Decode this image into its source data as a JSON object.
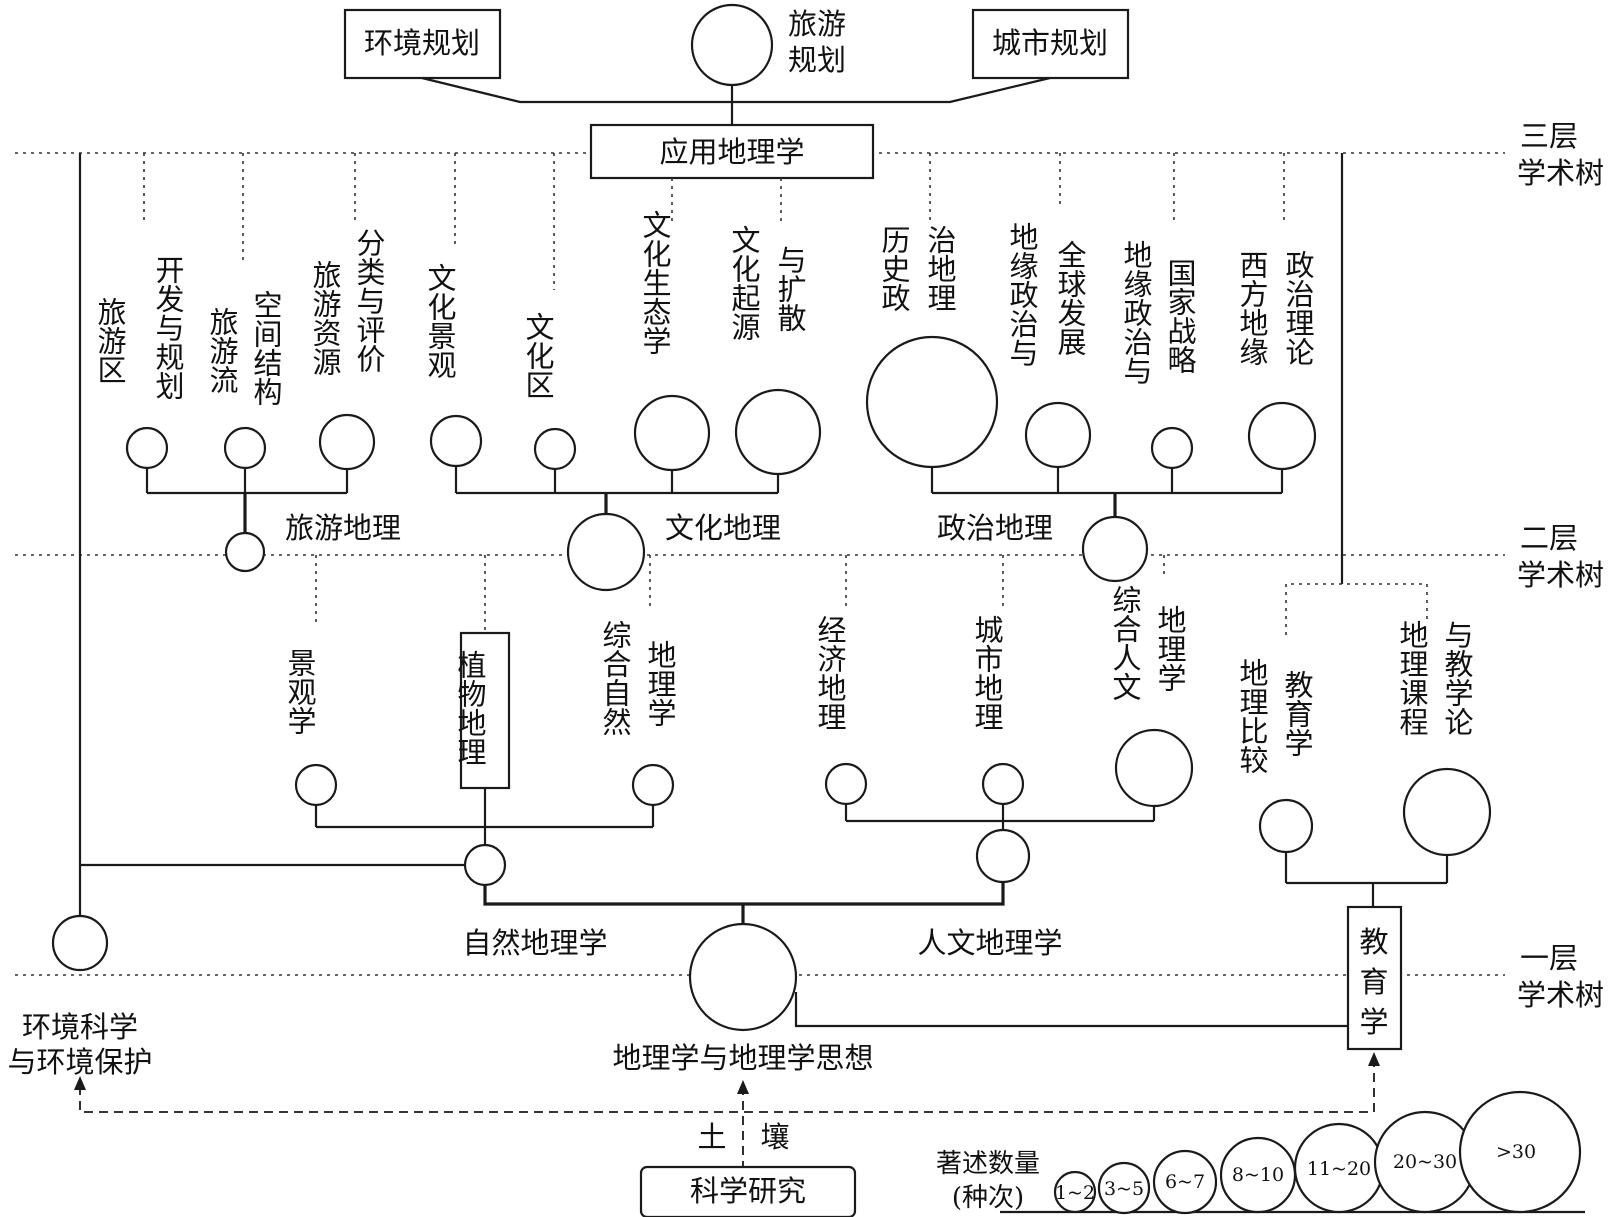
{
  "levels": {
    "tier3": [
      "三层",
      "学术树"
    ],
    "tier2": [
      "二层",
      "学术树"
    ],
    "tier1": [
      "一层",
      "学术树"
    ]
  },
  "top": {
    "env_planning": "环境规划",
    "urban_planning": "城市规划",
    "tourism_planning": [
      "旅游",
      "规划"
    ],
    "applied_geography": "应用地理学"
  },
  "tourism_geography": {
    "label": "旅游地理",
    "subs": [
      [
        "旅游区",
        "开发与规划"
      ],
      [
        "旅游流",
        "空间结构"
      ],
      [
        "旅游资源",
        "分类与评价"
      ]
    ]
  },
  "cultural_geography": {
    "label": "文化地理",
    "subs": [
      [
        "文化景观"
      ],
      [
        "文化区"
      ],
      [
        "文化生态学"
      ],
      [
        "文化起源",
        "与扩散"
      ]
    ]
  },
  "political_geography": {
    "label": "政治地理",
    "subs": [
      [
        "历史政",
        "治地理"
      ],
      [
        "地缘政治与",
        "全球发展"
      ],
      [
        "地缘政治与",
        "国家战略"
      ],
      [
        "西方地缘",
        "政治理论"
      ]
    ]
  },
  "physical_branch": {
    "subs": [
      [
        "景观学"
      ],
      [
        "植物地理"
      ],
      [
        "综合自然",
        "地理学"
      ]
    ]
  },
  "human_branch": {
    "subs": [
      [
        "经济地理"
      ],
      [
        "城市地理"
      ],
      [
        "综合人文",
        "地理学"
      ]
    ]
  },
  "education_branch": {
    "subs": [
      [
        "地理比较",
        "教育学"
      ],
      [
        "地理课程",
        "与教学论"
      ]
    ]
  },
  "level1": {
    "physical_geography": "自然地理学",
    "human_geography": "人文地理学",
    "geography_thought": "地理学与地理学思想",
    "env_science": [
      "环境科学",
      "与环境保护"
    ],
    "pedagogy": [
      "教",
      "育",
      "学"
    ]
  },
  "base": {
    "soil": [
      "土",
      "壤"
    ],
    "research": "科学研究"
  },
  "legend": {
    "title": [
      "著述数量",
      "(种次)"
    ],
    "bins": [
      "1~2",
      "3~5",
      "6~7",
      "8~10",
      "11~20",
      "20~30",
      ">30"
    ]
  }
}
